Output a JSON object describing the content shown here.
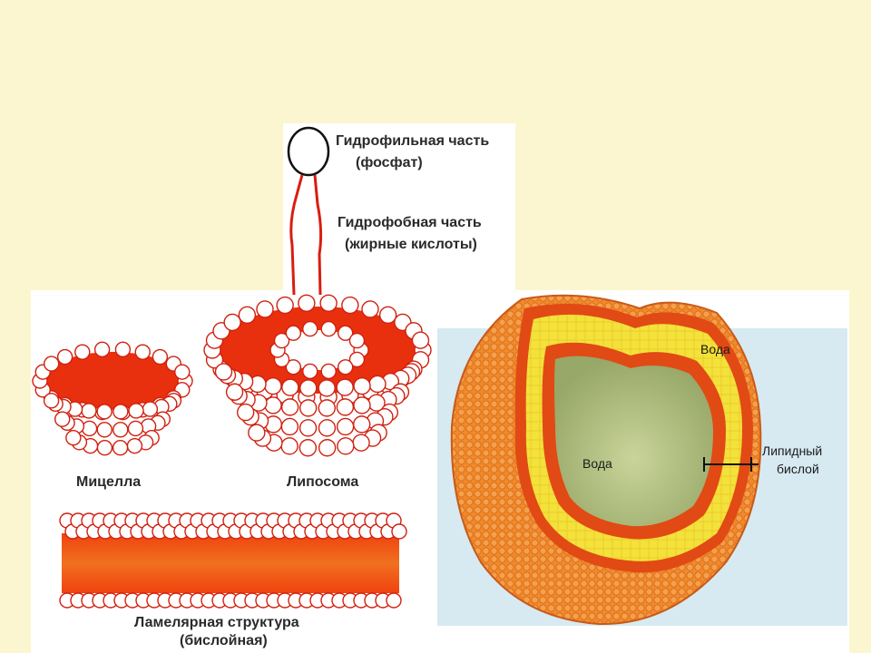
{
  "colors": {
    "slide_background": "#FBF6CF",
    "panel_background": "#FFFFFF",
    "water": "#D7EAF2",
    "lipid_head_fill": "#FFFFFF",
    "lipid_head_stroke": "#D02010",
    "lipid_tail": "#E8300E",
    "tail_highlight": "#F4D21E",
    "liposome_outer": "#F08A2A",
    "liposome_yellow": "#F2E23A",
    "liposome_inner_water": "#B8C77E"
  },
  "labels": {
    "hydrophilic_1": "Гидрофильная часть",
    "hydrophilic_2": "(фосфат)",
    "hydrophobic_1": "Гидрофобная часть",
    "hydrophobic_2": "(жирные кислоты)",
    "micelle": "Мицелла",
    "liposome": "Липосома",
    "lamellar_1": "Ламелярная структура",
    "lamellar_2": "(бислойная)",
    "water_outside": "Вода",
    "water_inside": "Вода",
    "bilayer_1": "Липидный",
    "bilayer_2": "бислой"
  }
}
